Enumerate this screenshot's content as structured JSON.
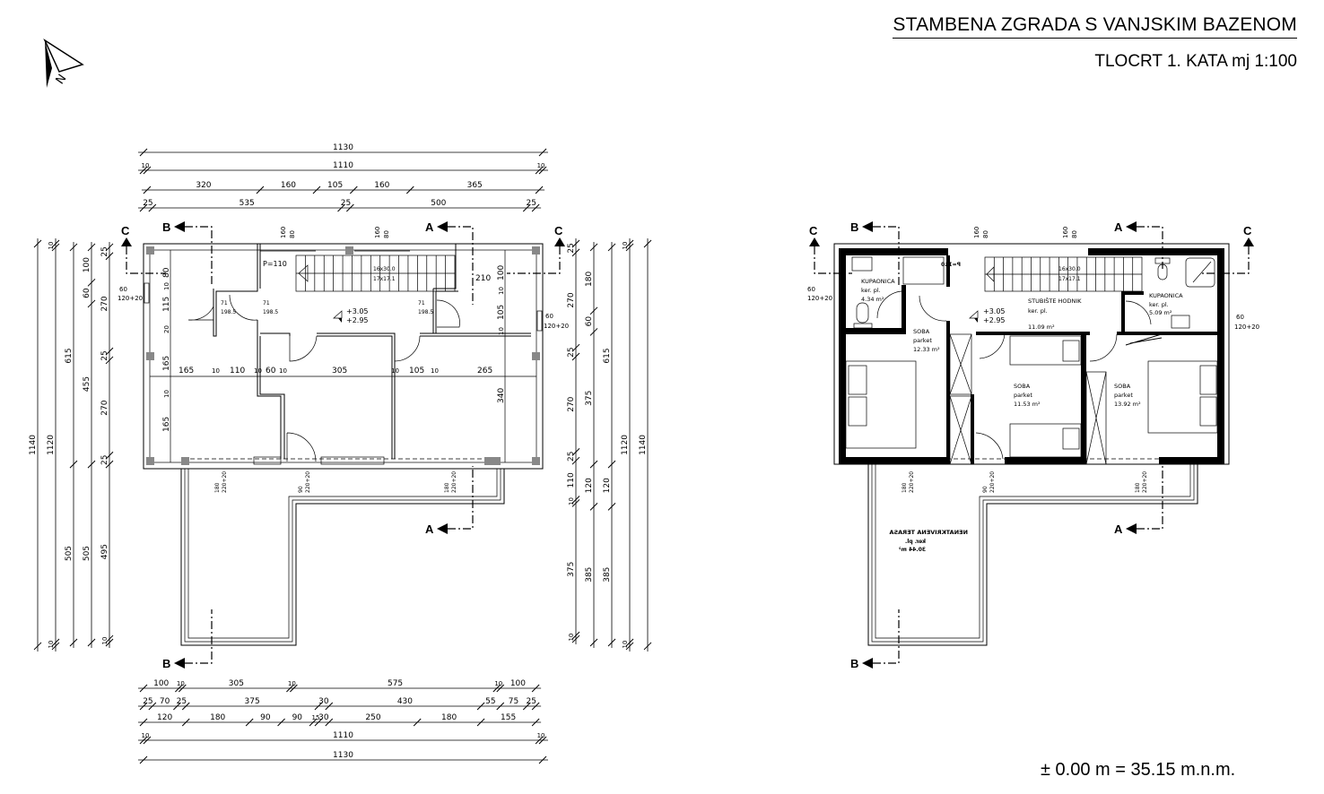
{
  "header": {
    "title": "STAMBENA ZGRADA S VANJSKIM BAZENOM",
    "subtitle": "TLOCRT 1. KATA   mj 1:100"
  },
  "footer": {
    "elevation_note": "± 0.00 m = 35.15 m.n.m."
  },
  "north_arrow": {
    "label": "N"
  },
  "sections": {
    "a": "A",
    "b": "B",
    "c": "C"
  },
  "dimensions": {
    "top": [
      [
        1130
      ],
      [
        10,
        1110,
        10
      ],
      [
        320,
        160,
        105,
        160,
        365
      ],
      [
        25,
        535,
        25,
        500,
        25
      ]
    ],
    "bottom": [
      [
        100,
        10,
        305,
        10,
        575,
        10,
        100
      ],
      [
        25,
        70,
        25,
        375,
        30,
        430,
        55,
        75,
        25
      ],
      [
        120,
        180,
        90,
        90,
        15,
        30,
        250,
        180,
        155
      ],
      [
        10,
        1110,
        10
      ],
      [
        1130
      ]
    ],
    "left": [
      [
        1140
      ],
      [
        10,
        1120,
        10
      ],
      [
        615,
        505
      ],
      [
        100,
        60,
        455,
        505
      ],
      [
        25,
        270,
        25,
        270,
        25,
        495,
        10
      ]
    ],
    "right": [
      [
        25,
        270,
        25,
        270,
        25,
        110,
        10,
        375,
        10
      ],
      [
        180,
        60,
        375,
        120,
        385
      ],
      [
        615,
        120,
        385
      ],
      [
        10,
        1120,
        10
      ],
      [
        1140
      ]
    ]
  },
  "left_plan": {
    "stair_note": "P=110",
    "stair_size_1": "16x30.0",
    "stair_size_2": "17x17.1",
    "level_top": "+3.05",
    "level_bottom": "+2.95",
    "window_top": [
      "160",
      "80"
    ],
    "window_side": [
      "60",
      "120+20"
    ],
    "door_small": [
      "71",
      "198.5"
    ],
    "door_bottom": [
      [
        "180",
        "220+20"
      ],
      [
        "90",
        "220+20"
      ],
      [
        "180",
        "220+20"
      ]
    ],
    "inner_h": [
      "165",
      "10",
      "110",
      "10",
      "60",
      "10",
      "305",
      "10",
      "105",
      "10",
      "265"
    ],
    "inner_v_left": [
      "80",
      "10",
      "115",
      "20",
      "165",
      "10",
      "165"
    ],
    "inner_v_right": [
      "210",
      "100",
      "10",
      "105",
      "10",
      "340"
    ]
  },
  "right_plan": {
    "level_top": "+3.05",
    "level_bottom": "+2.95",
    "stair_note": "P=110",
    "stair_size_1": "16x30.0",
    "stair_size_2": "17x17.1",
    "rooms": [
      {
        "name": "KUPAONICA",
        "floor": "ker. pl.",
        "area": "4.34 m²"
      },
      {
        "name": "SOBA",
        "floor": "parket",
        "area": "12.33 m²"
      },
      {
        "name": "STUBIŠTE HODNIK",
        "floor": "ker. pl.",
        "area": "11.09 m²"
      },
      {
        "name": "KUPAONICA",
        "floor": "ker. pl.",
        "area": "5.09 m²"
      },
      {
        "name": "SOBA",
        "floor": "parket",
        "area": "11.53 m²"
      },
      {
        "name": "SOBA",
        "floor": "parket",
        "area": "13.92 m²"
      }
    ],
    "terrace": {
      "name": "NENATKRIVENA TERASA",
      "floor": "ker. pl.",
      "area": "30.44 m²"
    }
  }
}
